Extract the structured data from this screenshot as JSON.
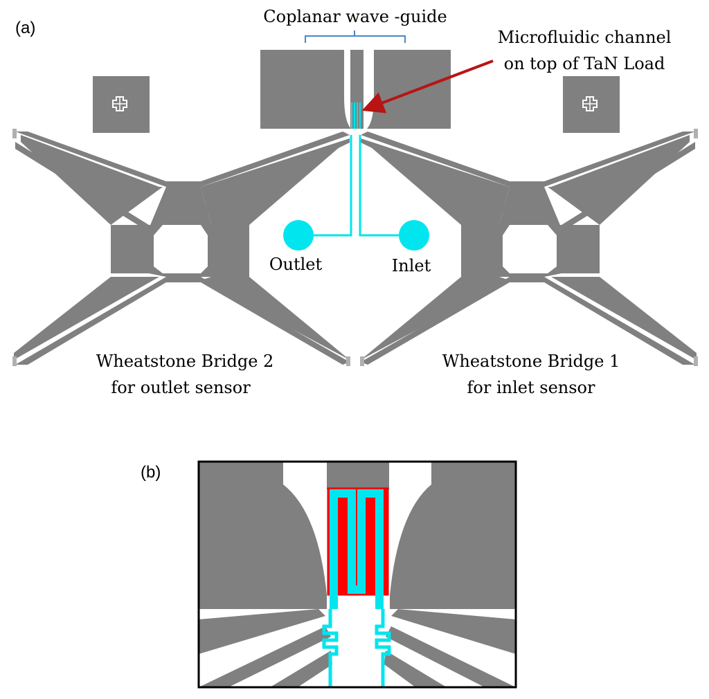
{
  "panel_a": {
    "panel_label": "(a)",
    "cpw_label": "Coplanar wave -guide",
    "channel_label_line1": "Microfluidic channel",
    "channel_label_line2": "on top of TaN Load",
    "outlet_label": "Outlet",
    "inlet_label": "Inlet",
    "bridge2_line1": "Wheatstone Bridge 2",
    "bridge2_line2": "for outlet sensor",
    "bridge1_line1": "Wheatstone Bridge 1",
    "bridge1_line2": "for inlet sensor"
  },
  "panel_b": {
    "panel_label": "(b)"
  },
  "colors": {
    "metal": "#808080",
    "microfluidic": "#00e5ee",
    "tan_load": "#ff0000",
    "arrow": "#b81414",
    "brace": "#4a86c5"
  }
}
